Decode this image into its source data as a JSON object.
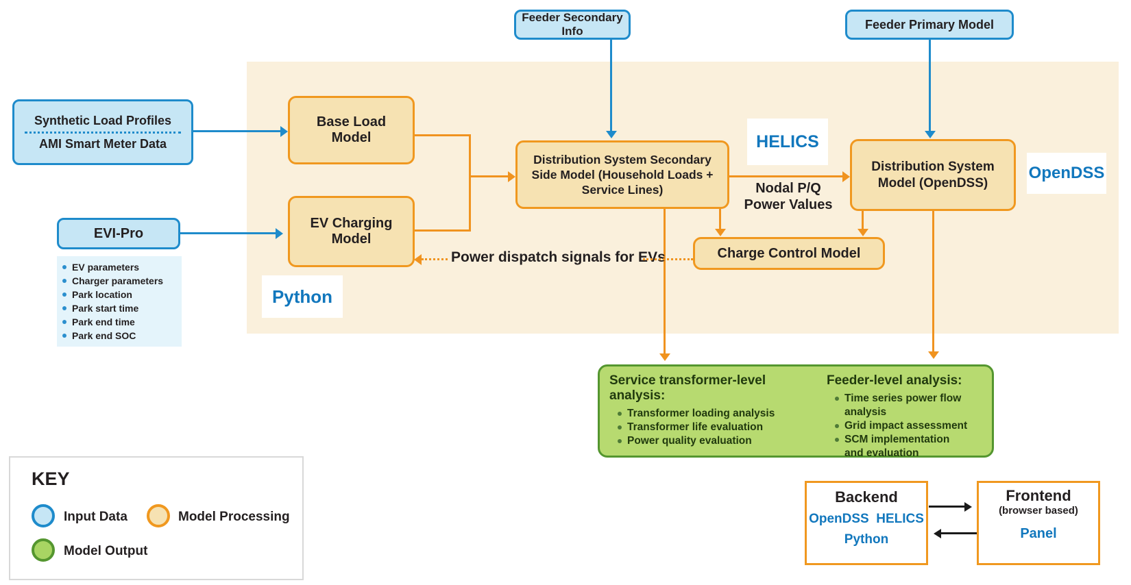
{
  "top_inputs": {
    "feeder_secondary": "Feeder Secondary Info",
    "feeder_primary": "Feeder Primary Model"
  },
  "left_inputs": {
    "synthetic_line1": "Synthetic Load Profiles",
    "synthetic_line2": "AMI Smart Meter Data",
    "evi_pro": "EVI-Pro",
    "evi_items": [
      "EV parameters",
      "Charger parameters",
      "Park location",
      "Park start time",
      "Park end time",
      "Park end SOC"
    ]
  },
  "process": {
    "base_load": "Base Load Model",
    "ev_charging": "EV Charging Model",
    "dist_secondary": "Distribution System Secondary Side Model (Household Loads + Service Lines)",
    "dist_model": "Distribution System Model (OpenDSS)",
    "charge_control": "Charge Control Model"
  },
  "labels": {
    "helics": "HELICS",
    "opendss": "OpenDSS",
    "python": "Python",
    "nodal_pq": "Nodal P/Q Power Values",
    "power_dispatch": "Power dispatch signals for EVs"
  },
  "output": {
    "service_heading": "Service transformer-level analysis:",
    "service_items": [
      "Transformer loading analysis",
      "Transformer life evaluation",
      "Power quality evaluation"
    ],
    "feeder_heading": "Feeder-level analysis:",
    "feeder_items": [
      "Time series power flow analysis",
      "Grid impact assessment",
      "SCM implementation and evaluation"
    ]
  },
  "key": {
    "title": "KEY",
    "input_data": "Input Data",
    "model_processing": "Model Processing",
    "model_output": "Model Output"
  },
  "deployment": {
    "backend_title": "Backend",
    "backend_tech1": "OpenDSS",
    "backend_tech2": "HELICS",
    "backend_tech3": "Python",
    "frontend_title": "Frontend",
    "frontend_subtitle": "(browser based)",
    "frontend_tech": "Panel"
  },
  "colors": {
    "input_fill": "#c6e6f5",
    "input_border": "#1e8bcb",
    "process_fill": "#f6e2b2",
    "process_border": "#f0981f",
    "output_fill": "#b7da70",
    "output_border": "#54962f",
    "panel_bg": "#faf0dc",
    "tech_text": "#1177bd"
  }
}
